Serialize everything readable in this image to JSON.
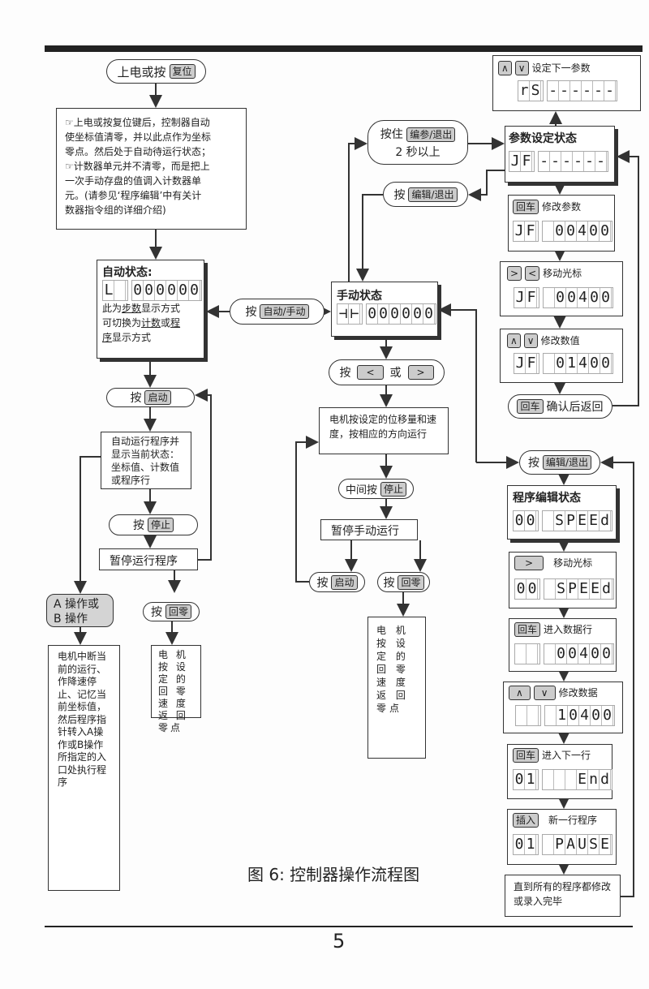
{
  "start": {
    "text": "上电或按",
    "key": "复位"
  },
  "note": {
    "lines": [
      "☞上电或按复位键后，控制器自动",
      "使坐标值清零，并以此点作为坐标",
      "零点。然后处于自动待运行状态；",
      "☞计数器单元并不清零，而是把上",
      "一次手动存盘的值调入计数器单",
      "元。(请参见‘程序编辑’中有关计",
      "数器指令组的详细介绍)"
    ]
  },
  "auto": {
    "title": "自动状态:",
    "disp1": "L ",
    "disp2": "000000",
    "l1a": "此为",
    "l1u": "步数",
    "l1b": "显示方式",
    "l2a": "可切换为",
    "l2u": "计数",
    "l2b": "或",
    "l2c": "程",
    "l3u": "序",
    "l3b": "显示方式"
  },
  "toggle": {
    "text": "按",
    "key": "自动/手动"
  },
  "hold": {
    "text": "按住",
    "key": "编参/退出",
    "sub": "2 秒以上"
  },
  "editExit1": {
    "text": "按",
    "key": "编辑/退出"
  },
  "param": {
    "title": "参数设定状态",
    "disp1": "JF",
    "disp2": "------"
  },
  "rs": {
    "k1": "∧",
    "k2": "∨",
    "label": "设定下一参数",
    "disp1": "rS",
    "disp2": "------"
  },
  "modParam": {
    "key": "回车",
    "label": "修改参数",
    "disp1": "JF",
    "disp2": " 00400"
  },
  "moveCursor": {
    "k1": ">",
    "k2": "<",
    "label": "移动光标",
    "disp1": "JF",
    "disp2": " 00400"
  },
  "modValue": {
    "k1": "∧",
    "k2": "∨",
    "label": "修改数值",
    "disp1": "JF",
    "disp2": " 01400"
  },
  "confirm": {
    "key": "回车",
    "label": "确认后返回"
  },
  "manual": {
    "title": "手动状态",
    "disp1": "⊣⊢",
    "disp2": "000000"
  },
  "dir": {
    "text": "按",
    "k1": "<",
    "or": "或",
    "k2": ">"
  },
  "motorMove": {
    "text": "电机按设定的位移量和速度，按相应的方向运行"
  },
  "midStop": {
    "text": "中间按",
    "key": "停止"
  },
  "pauseManual": {
    "text": "暂停手动运行"
  },
  "mStart": {
    "text": "按",
    "key": "启动"
  },
  "mZero": {
    "text": "按",
    "key": "回零"
  },
  "mZeroBox": {
    "text": "电 机 按 设 定 的 回 零 速 度 返 回 零点"
  },
  "aStart": {
    "text": "按",
    "key": "启动"
  },
  "autoRun": {
    "text": "自动运行程序并显示当前状态：坐标值、计数值或程序行"
  },
  "aStop": {
    "text": "按",
    "key": "停止"
  },
  "pauseAuto": {
    "text": "暂停运行程序"
  },
  "aZero": {
    "text": "按",
    "key": "回零"
  },
  "aZeroBox": {
    "text": "电 机 按 设 定 的 回 零 速 度 返 回 零点"
  },
  "abOp": {
    "text": "A 操作或 B 操作"
  },
  "interrupt": {
    "text": "电机中断当前的运行、作降速停止、记忆当前坐标值，然后程序指针转入A操作或B操作所指定的入口处执行程序"
  },
  "editExit2": {
    "text": "按",
    "key": "编辑/退出"
  },
  "prog": {
    "title": "程序编辑状态",
    "disp1": "00",
    "disp2": " SPEEd"
  },
  "pMove": {
    "key": ">",
    "label": "移动光标",
    "disp1": "00",
    "disp2": " SPEEd"
  },
  "pEnter": {
    "key": "回车",
    "label": "进入数据行",
    "disp1": "  ",
    "disp2": " 00400"
  },
  "pMod": {
    "k1": "∧",
    "k2": "∨",
    "label": "修改数据",
    "disp1": "  ",
    "disp2": " 10400"
  },
  "pNext": {
    "key": "回车",
    "label": "进入下一行",
    "disp1": "01",
    "disp2": "   End"
  },
  "pInsert": {
    "key": "插入",
    "label": "新一行程序",
    "disp1": "01",
    "disp2": " PAUSE"
  },
  "pDone": {
    "text": "直到所有的程序都修改或录入完毕"
  },
  "caption": "图 6:  控制器操作流程图",
  "page_number": "5"
}
